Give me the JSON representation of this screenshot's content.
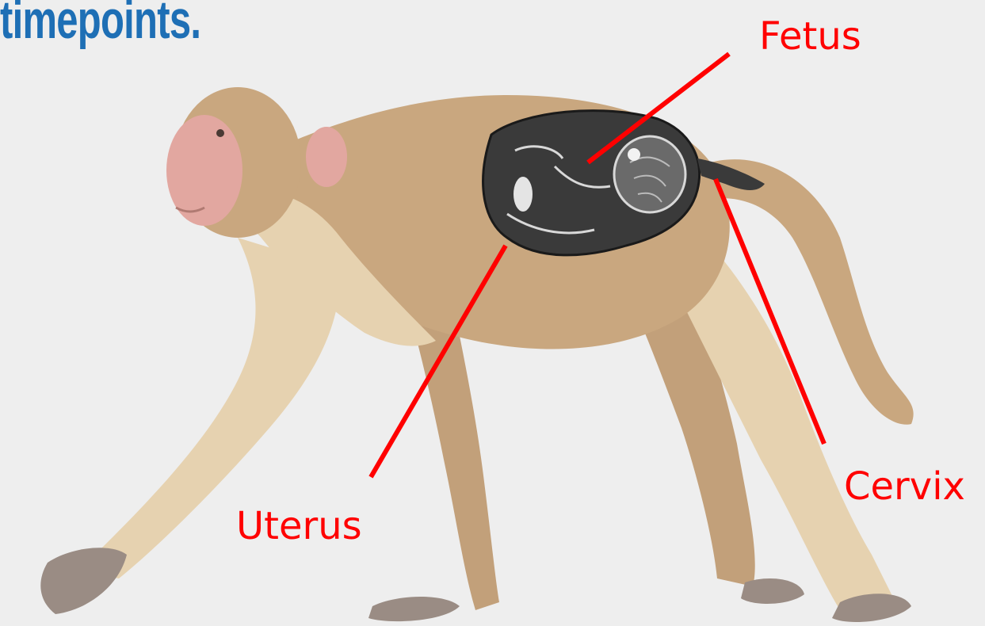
{
  "heading": {
    "text": "timepoints.",
    "color": "#1e6fb5"
  },
  "labels": {
    "fetus": "Fetus",
    "uterus": "Uterus",
    "cervix": "Cervix",
    "color": "#ff0000"
  },
  "colors": {
    "background": "#eeeeee",
    "fur": "#c9a77f",
    "fur_light": "#e6d2b0",
    "face": "#e2a7a0",
    "hands": "#9a8c84",
    "scan_dark": "#3a3a3a",
    "scan_light": "#d8d8d8"
  }
}
